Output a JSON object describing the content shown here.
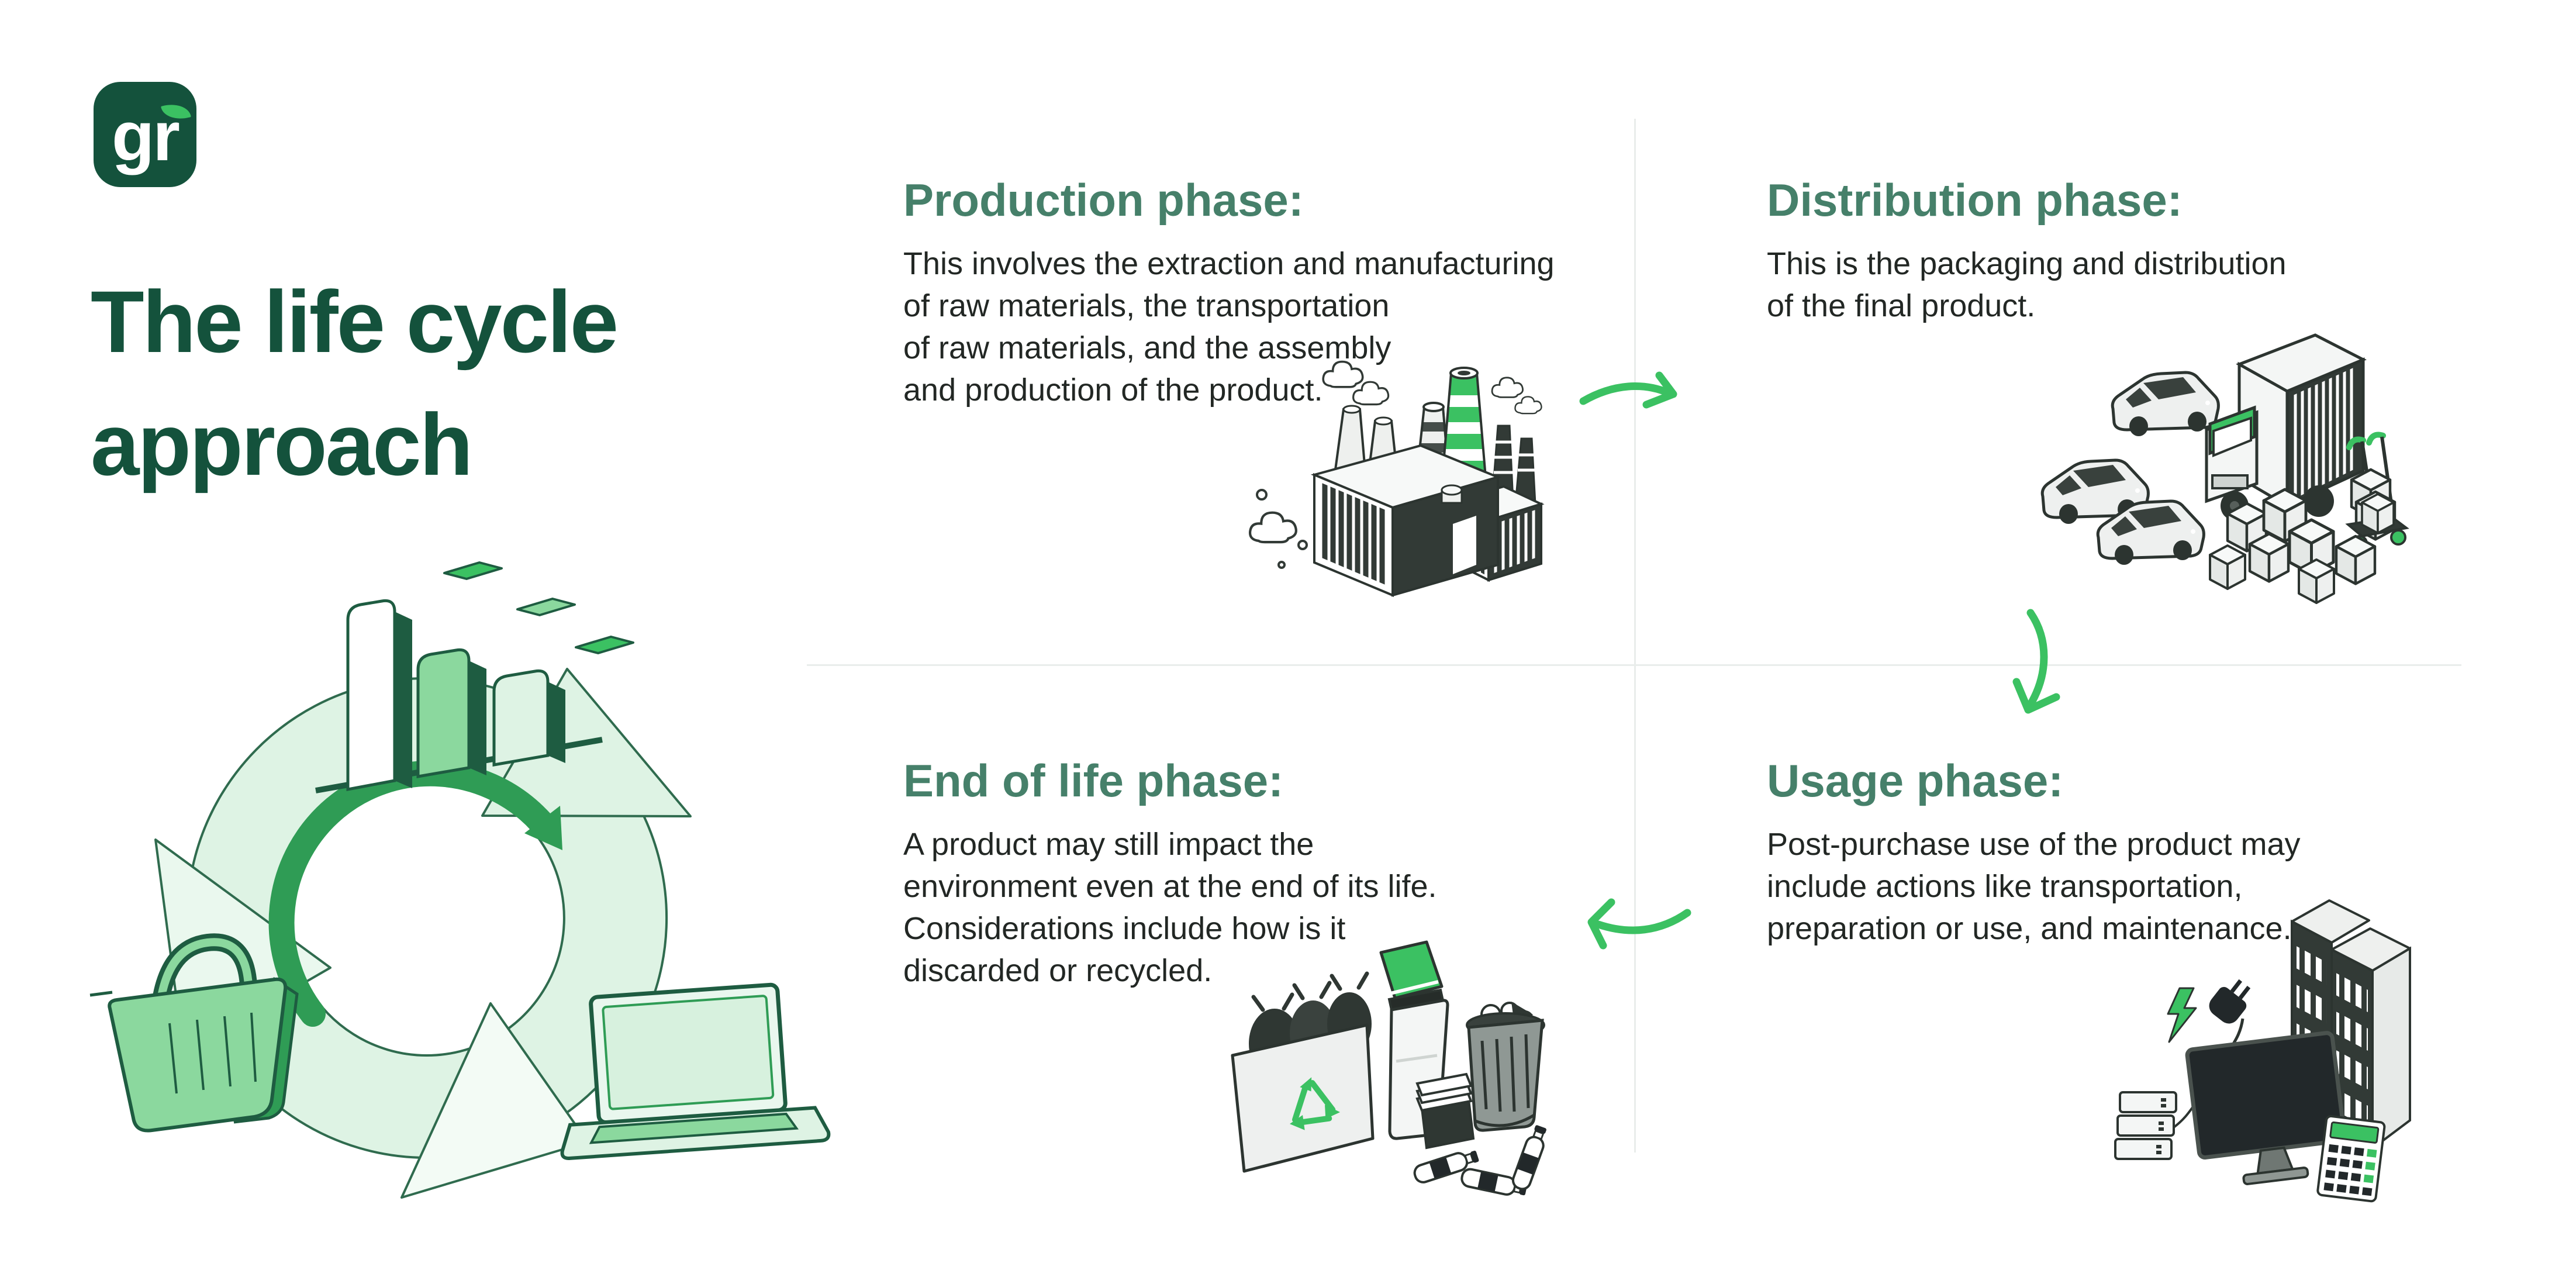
{
  "page": {
    "background": "#ffffff"
  },
  "logo": {
    "text": "gr"
  },
  "title": {
    "lines": [
      "The life cycle",
      "approach"
    ]
  },
  "quadrants": {
    "production": {
      "heading": "Production phase:",
      "lines": [
        "This involves the extraction and manufacturing",
        "of raw materials, the transportation",
        "of raw materials, and the assembly",
        "and production of the product."
      ]
    },
    "distribution": {
      "heading": "Distribution phase:",
      "lines": [
        "This is the packaging and distribution",
        "of the final product."
      ]
    },
    "usage": {
      "heading": "Usage phase:",
      "lines": [
        "Post-purchase use of the product may",
        "include actions like transportation,",
        "preparation or use, and maintenance."
      ]
    },
    "end_of_life": {
      "heading": "End of life phase:",
      "lines": [
        "A product may still impact the",
        "environment even at the end of its life.",
        "Considerations include how is it",
        "discarded or recycled."
      ]
    }
  },
  "icons": {
    "logo_leaf": "leaf-icon",
    "cycle": "life-cycle-arrows-with-bar-chart-basket-laptop",
    "production": "factories-with-smokestacks",
    "distribution": "cars-truck-boxes-handtruck",
    "usage": "buildings-monitor-plug-calculator",
    "end_of_life": "recycle-box-bins-bottles",
    "flow_arrows": [
      "arrow-right-curved",
      "arrow-down-curved",
      "arrow-left-curved"
    ]
  },
  "colors": {
    "brand_dark_green": "#14523c",
    "heading_green": "#46806a",
    "body_text": "#222724",
    "accent_green": "#3bc162",
    "medium_green": "#2f9c55",
    "mint_light": "#def3e4",
    "mint_mid": "#8bd89e",
    "ink_dark": "#323a36",
    "divider": "#e9edeb"
  }
}
